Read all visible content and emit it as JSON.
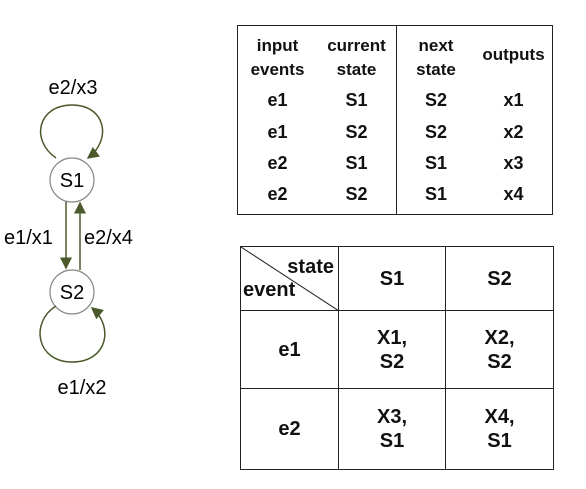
{
  "diagram": {
    "states": [
      "S1",
      "S2"
    ],
    "loop_s1": "e2/x3",
    "loop_s2": "e1/x2",
    "down_edge": "e1/x1",
    "up_edge": "e2/x4",
    "edge_color": "#4a5a2a"
  },
  "transition_table": {
    "headers": [
      [
        "input",
        "events"
      ],
      [
        "current",
        "state"
      ],
      [
        "next",
        "state"
      ],
      [
        "outputs"
      ]
    ],
    "rows": [
      [
        "e1",
        "S1",
        "S2",
        "x1"
      ],
      [
        "e1",
        "S2",
        "S2",
        "x2"
      ],
      [
        "e2",
        "S1",
        "S1",
        "x3"
      ],
      [
        "e2",
        "S2",
        "S1",
        "x4"
      ]
    ]
  },
  "matrix": {
    "corner_state": "state",
    "corner_event": "event",
    "columns": [
      "S1",
      "S2"
    ],
    "rows": [
      {
        "event": "e1",
        "cells": [
          [
            "X1,",
            "S2"
          ],
          [
            "X2,",
            "S2"
          ]
        ]
      },
      {
        "event": "e2",
        "cells": [
          [
            "X3,",
            "S1"
          ],
          [
            "X4,",
            "S1"
          ]
        ]
      }
    ]
  }
}
